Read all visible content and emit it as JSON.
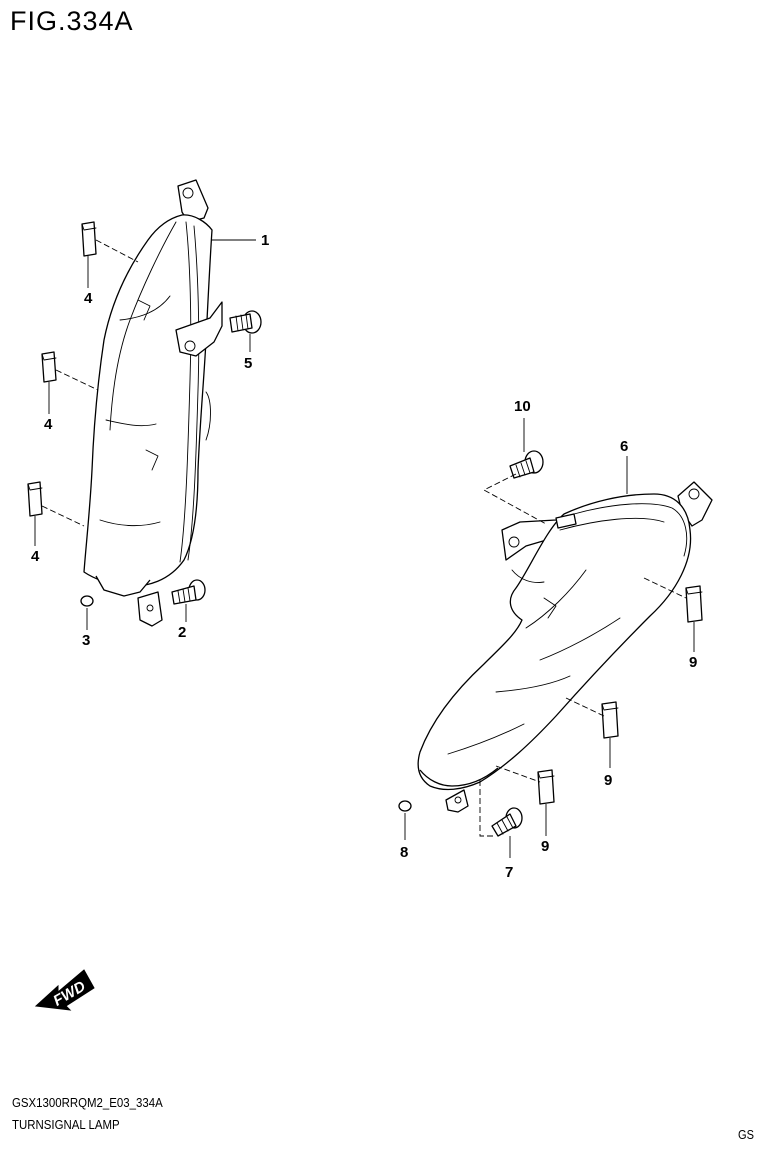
{
  "figure": {
    "title": "FIG.334A"
  },
  "footer": {
    "model_code": "GSX1300RRQM2_E03_334A",
    "section_name": "TURNSIGNAL LAMP",
    "region_code": "GS"
  },
  "fwd_badge": {
    "label": "FWD",
    "icon": "forward-arrow-icon"
  },
  "callouts": [
    {
      "id": "c1",
      "number": "1",
      "part": "turn-signal-lamp-front"
    },
    {
      "id": "c2",
      "number": "2",
      "part": "screw"
    },
    {
      "id": "c3",
      "number": "3",
      "part": "cap"
    },
    {
      "id": "c4a",
      "number": "4",
      "part": "cushion"
    },
    {
      "id": "c4b",
      "number": "4",
      "part": "cushion"
    },
    {
      "id": "c4c",
      "number": "4",
      "part": "cushion"
    },
    {
      "id": "c5",
      "number": "5",
      "part": "screw"
    },
    {
      "id": "c6",
      "number": "6",
      "part": "turn-signal-lamp-rear"
    },
    {
      "id": "c7",
      "number": "7",
      "part": "screw"
    },
    {
      "id": "c8",
      "number": "8",
      "part": "cap"
    },
    {
      "id": "c9a",
      "number": "9",
      "part": "cushion"
    },
    {
      "id": "c9b",
      "number": "9",
      "part": "cushion"
    },
    {
      "id": "c9c",
      "number": "9",
      "part": "cushion"
    },
    {
      "id": "c10",
      "number": "10",
      "part": "screw"
    }
  ]
}
